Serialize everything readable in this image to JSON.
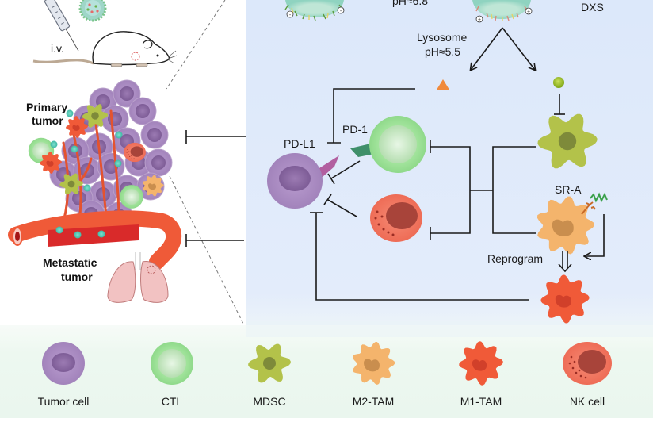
{
  "top": {
    "injection_label": "i.v.",
    "ph_label_partial": "pH≈6.8",
    "dxs_label": "DXS",
    "lysosome_label": "Lysosome",
    "lysosome_ph": "pH≈5.5",
    "charge_negative": "-",
    "charge_positive": "+"
  },
  "left_panel": {
    "primary_label_line1": "Primary",
    "primary_label_line2": "tumor",
    "metastatic_label_line1": "Metastatic",
    "metastatic_label_line2": "tumor"
  },
  "pathway": {
    "pdl1_label": "PD-L1",
    "pd1_label": "PD-1",
    "sra_label": "SR-A",
    "reprogram_label": "Reprogram"
  },
  "legend": {
    "items": [
      {
        "label": "Tumor cell",
        "type": "tumor"
      },
      {
        "label": "CTL",
        "type": "ctl"
      },
      {
        "label": "MDSC",
        "type": "mdsc"
      },
      {
        "label": "M2-TAM",
        "type": "m2"
      },
      {
        "label": "M1-TAM",
        "type": "m1"
      },
      {
        "label": "NK cell",
        "type": "nk"
      }
    ]
  },
  "colors": {
    "panel_bg": "#deeafb",
    "legend_bg": "#eef8f1",
    "tumor": "#a98bc0",
    "ctl": "#9ee09a",
    "mdsc": "#b3c24a",
    "m2": "#f4b46c",
    "m1": "#f05a38",
    "nk": "#f07a66",
    "line": "#1a1a1a"
  }
}
